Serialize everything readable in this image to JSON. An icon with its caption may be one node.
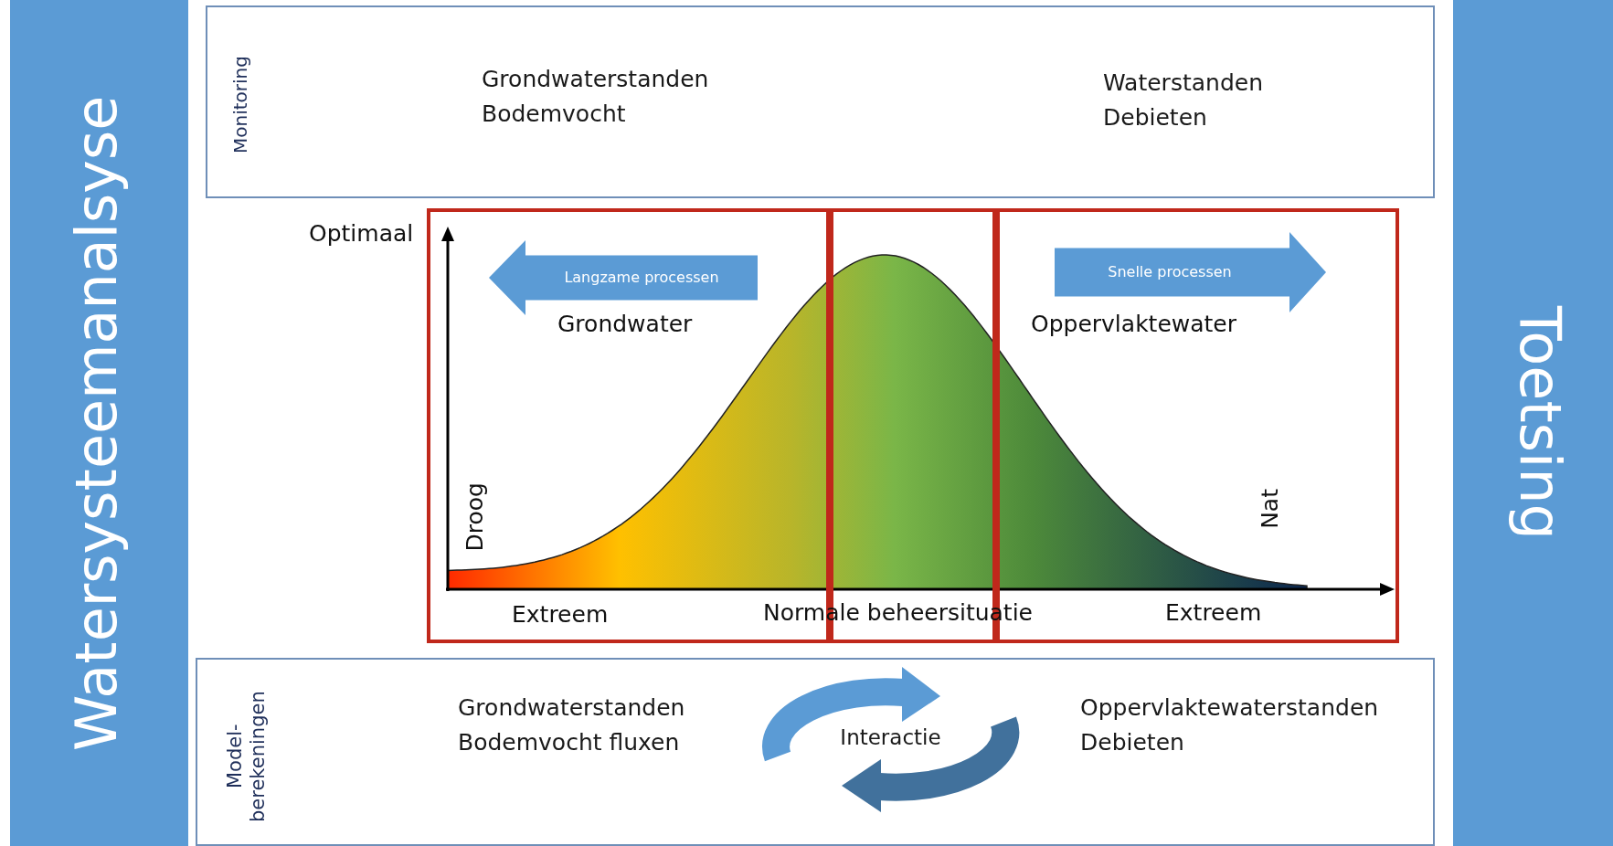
{
  "diagram": {
    "nodes": [
      {
        "text": [
          "Watersysteemanalsyse"
        ]
      },
      {
        "text": [
          "Toetsing"
        ]
      },
      {
        "text": [
          "Monitoring",
          "Grondwaterstanden Bodemvocht",
          "Waterstanden Debieten"
        ]
      },
      {
        "text": [
          "Model- berekeningen",
          "Grondwaterstanden Bodemvocht fluxen",
          "Oppervlaktewaterstanden Debieten"
        ]
      },
      {
        "text": [
          "Interactie"
        ],
        "in": 3
      },
      {
        "text": [],
        "shape": "box"
      },
      {
        "text": [],
        "shape": "box"
      },
      {
        "text": [],
        "shape": "box"
      },
      {
        "text": [
          "Langzame processen"
        ],
        "in": 5
      },
      {
        "text": [
          "Snelle processen"
        ],
        "in": 7
      }
    ],
    "edges": [],
    "labels": [
      "Optimaal",
      "Grondwater",
      "Oppervlaktewater",
      "Droog",
      "Nat",
      "Extreem",
      "Normale beheersituatie",
      "Extreem"
    ]
  }
}
